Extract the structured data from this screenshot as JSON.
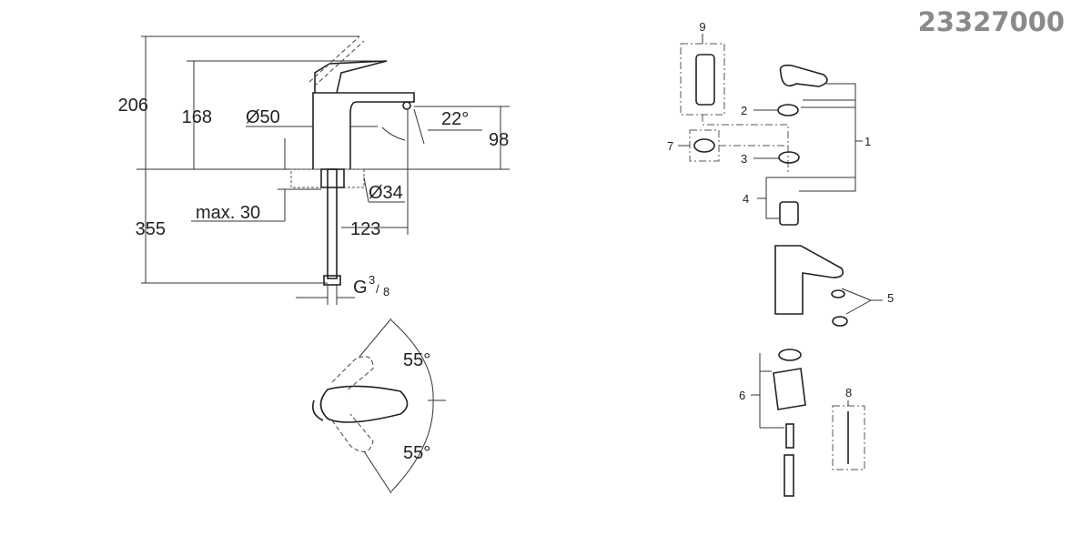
{
  "product_code": "23327000",
  "side_view": {
    "total_height": "206",
    "lever_height": "168",
    "body_diameter": "Ø50",
    "spout_angle": "22°",
    "spout_height": "98",
    "hole_diameter": "Ø34",
    "max_deck_thickness": "max. 30",
    "spout_reach": "123",
    "hose_length": "355",
    "connection_thread": "G",
    "thread_num": "3",
    "thread_den": "8"
  },
  "top_view": {
    "angle_upper": "55°",
    "angle_lower": "55°"
  },
  "exploded_view": {
    "callouts": [
      "1",
      "2",
      "3",
      "4",
      "5",
      "6",
      "7",
      "8",
      "9"
    ]
  }
}
